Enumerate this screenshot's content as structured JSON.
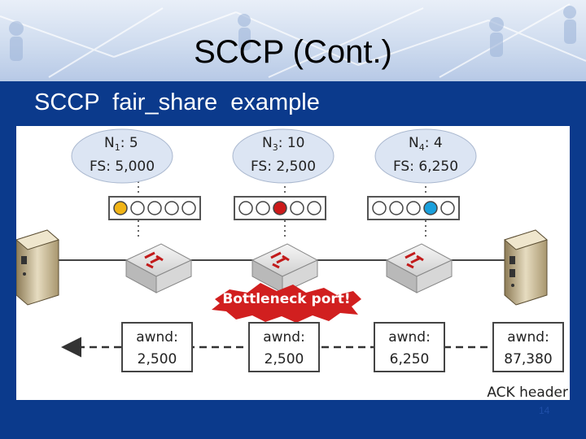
{
  "slide": {
    "title": "SCCP (Cont.)",
    "subtitle": "SCCP  fair_share  example",
    "page_number": "14"
  },
  "diagram": {
    "flows": [
      {
        "n_label": "N",
        "n_sub": "1",
        "n_value": ": 5",
        "fs_text": "FS: 5,000",
        "marked_slot": 0,
        "slot_color": "#f1b416"
      },
      {
        "n_label": "N",
        "n_sub": "3",
        "n_value": ": 10",
        "fs_text": "FS: 2,500",
        "marked_slot": 2,
        "slot_color": "#cc1a1a"
      },
      {
        "n_label": "N",
        "n_sub": "4",
        "n_value": ": 4",
        "fs_text": "FS: 6,250",
        "marked_slot": 3,
        "slot_color": "#1aa0dc"
      }
    ],
    "bottleneck_label": "Bottleneck port!",
    "awnd": [
      {
        "label": "awnd:",
        "value": "2,500"
      },
      {
        "label": "awnd:",
        "value": "2,500"
      },
      {
        "label": "awnd:",
        "value": "6,250"
      },
      {
        "label": "awnd:",
        "value": "87,380"
      }
    ],
    "ack_label": "ACK header",
    "colors": {
      "slide_bg": "#0b3a8c",
      "ellipse_fill": "#dce5f3",
      "bottleneck_red": "#d11f1f"
    }
  }
}
